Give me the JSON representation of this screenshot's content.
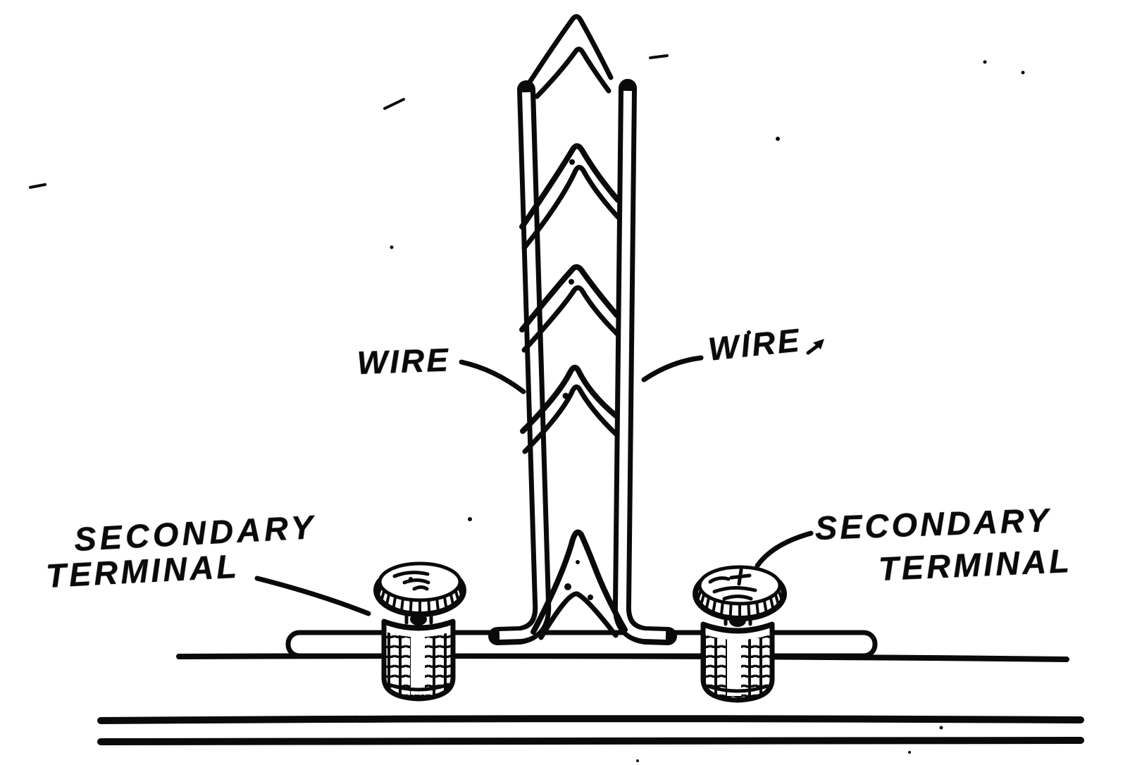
{
  "figure": {
    "labels": {
      "wire_left": "WIRE",
      "wire_right": "WIRE",
      "terminal_left": {
        "line1": "SECONDARY",
        "line2": "TERMINAL"
      },
      "terminal_right": {
        "line1": "SECONDARY",
        "line2": "TERMINAL"
      }
    },
    "colors": {
      "ink": "#0a0a0a",
      "paper": "#ffffff"
    }
  }
}
